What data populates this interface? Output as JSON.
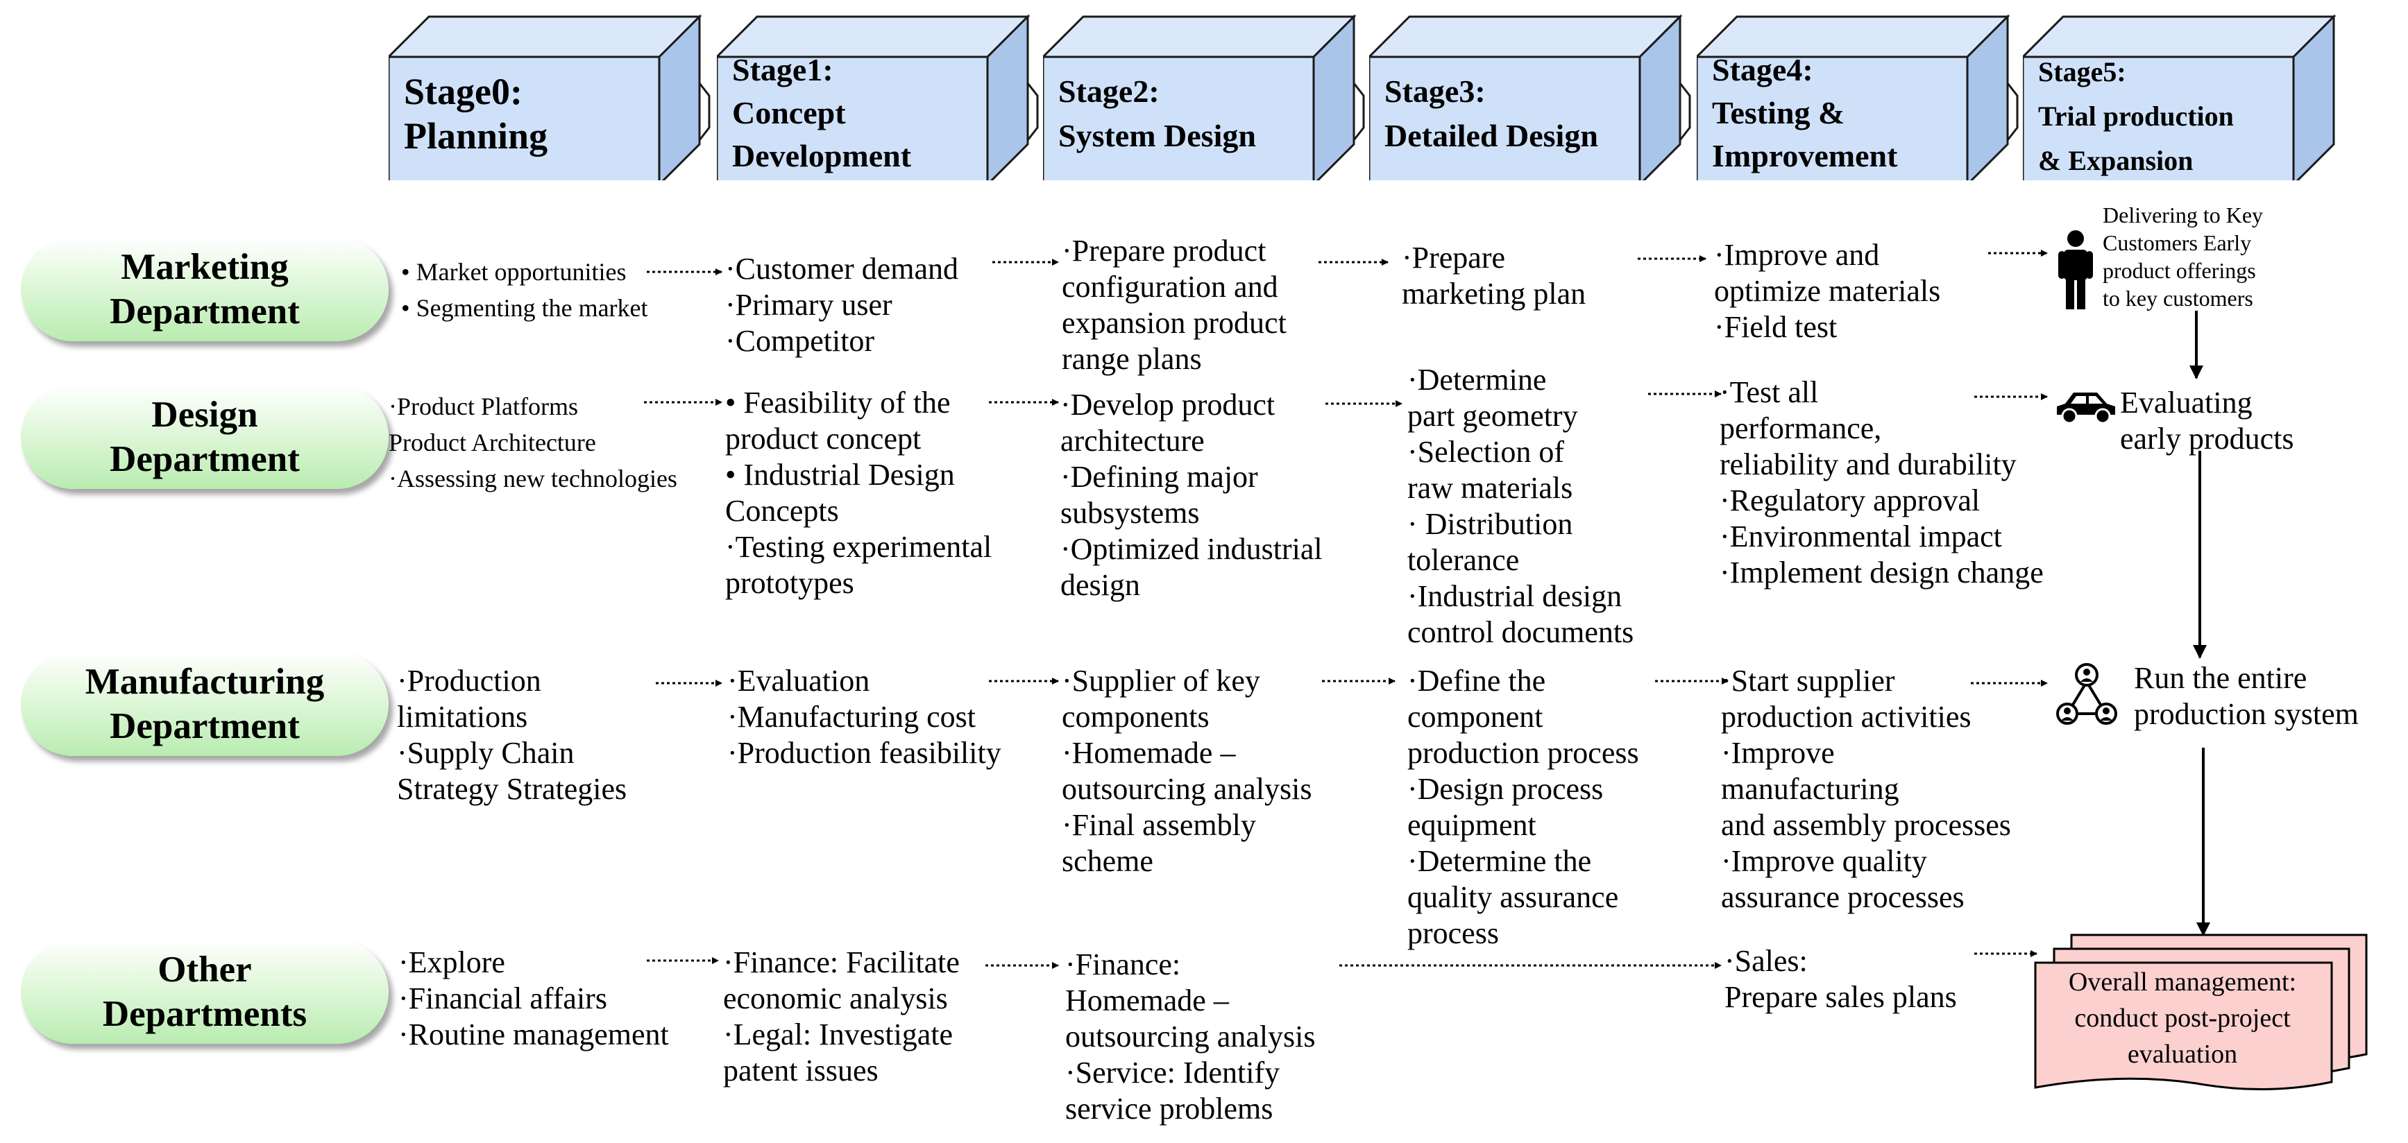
{
  "stages": [
    {
      "id": "stage0",
      "label": "Stage0:\nPlanning"
    },
    {
      "id": "stage1",
      "label": "Stage1:\nConcept\nDevelopment"
    },
    {
      "id": "stage2",
      "label": "Stage2:\nSystem Design"
    },
    {
      "id": "stage3",
      "label": "Stage3:\nDetailed Design"
    },
    {
      "id": "stage4",
      "label": "Stage4:\nTesting        &\nImprovement"
    },
    {
      "id": "stage5",
      "label": "Stage5:\nTrial  production\n& Expansion"
    }
  ],
  "departments": {
    "marketing": "Marketing\nDepartment",
    "design": "Design\nDepartment",
    "manufacturing": "Manufacturing\nDepartment",
    "other": "Other\nDepartments"
  },
  "cells": {
    "marketing_s0": "•  Market opportunities\n•  Segmenting the market",
    "marketing_s1": "·Customer demand\n·Primary user\n·Competitor",
    "marketing_s2": " ·Prepare product\nconfiguration and\nexpansion product\nrange plans",
    "marketing_s3": "·Prepare\nmarketing plan",
    "marketing_s4": "·Improve and\noptimize materials\n·Field test",
    "marketing_s5": "Delivering to Key\nCustomers Early\nproduct offerings\nto key customers",
    "design_s0": "·Product Platforms\nProduct Architecture\n·Assessing new technologies",
    "design_s1": " • Feasibility of the\nproduct concept\n • Industrial Design\nConcepts\n·Testing experimental\nprototypes",
    "design_s2": "·Develop product\narchitecture\n·Defining major\nsubsystems\n·Optimized industrial\ndesign",
    "design_s3": " ·Determine\npart geometry\n·Selection of\nraw materials\n· Distribution\ntolerance\n·Industrial design\ncontrol documents",
    "design_s4": "·Test all\nperformance,\nreliability and durability\n·Regulatory approval\n·Environmental impact\n·Implement design change",
    "design_s5": "Evaluating\nearly products",
    "manufacturing_s0": "·Production\nlimitations\n·Supply Chain\nStrategy Strategies",
    "manufacturing_s1": "·Evaluation\n·Manufacturing cost\n·Production feasibility",
    "manufacturing_s2": "·Supplier of key\ncomponents\n·Homemade –\noutsourcing analysis\n·Final assembly\nscheme",
    "manufacturing_s3": "·Define the\ncomponent\nproduction process\n·Design process\nequipment\n·Determine the\nquality assurance\nprocess",
    "manufacturing_s4": "·Start supplier\nproduction activities\n·Improve\nmanufacturing\nand assembly processes\n·Improve quality\nassurance processes",
    "manufacturing_s5": "Run the entire\nproduction system",
    "other_s0": "·Explore\n·Financial affairs\n·Routine management",
    "other_s1": "·Finance: Facilitate\neconomic analysis\n·Legal: Investigate\npatent issues",
    "other_s2": "·Finance:\nHomemade –\noutsourcing analysis\n·Service: Identify\nservice problems",
    "other_s4": "·Sales:\nPrepare sales plans",
    "final": "Overall management:\nconduct post-project\nevaluation"
  },
  "icons": {
    "person": "person-icon",
    "car": "car-icon",
    "network": "people-network-icon",
    "document": "document-stack-icon"
  },
  "colors": {
    "stage_fill": "#cfe1f8",
    "stage_side": "#a9c5ea",
    "stage_top": "#dbe8fa",
    "dept_fill": "#b9ecb0",
    "doc_fill": "#fbd0cf"
  }
}
